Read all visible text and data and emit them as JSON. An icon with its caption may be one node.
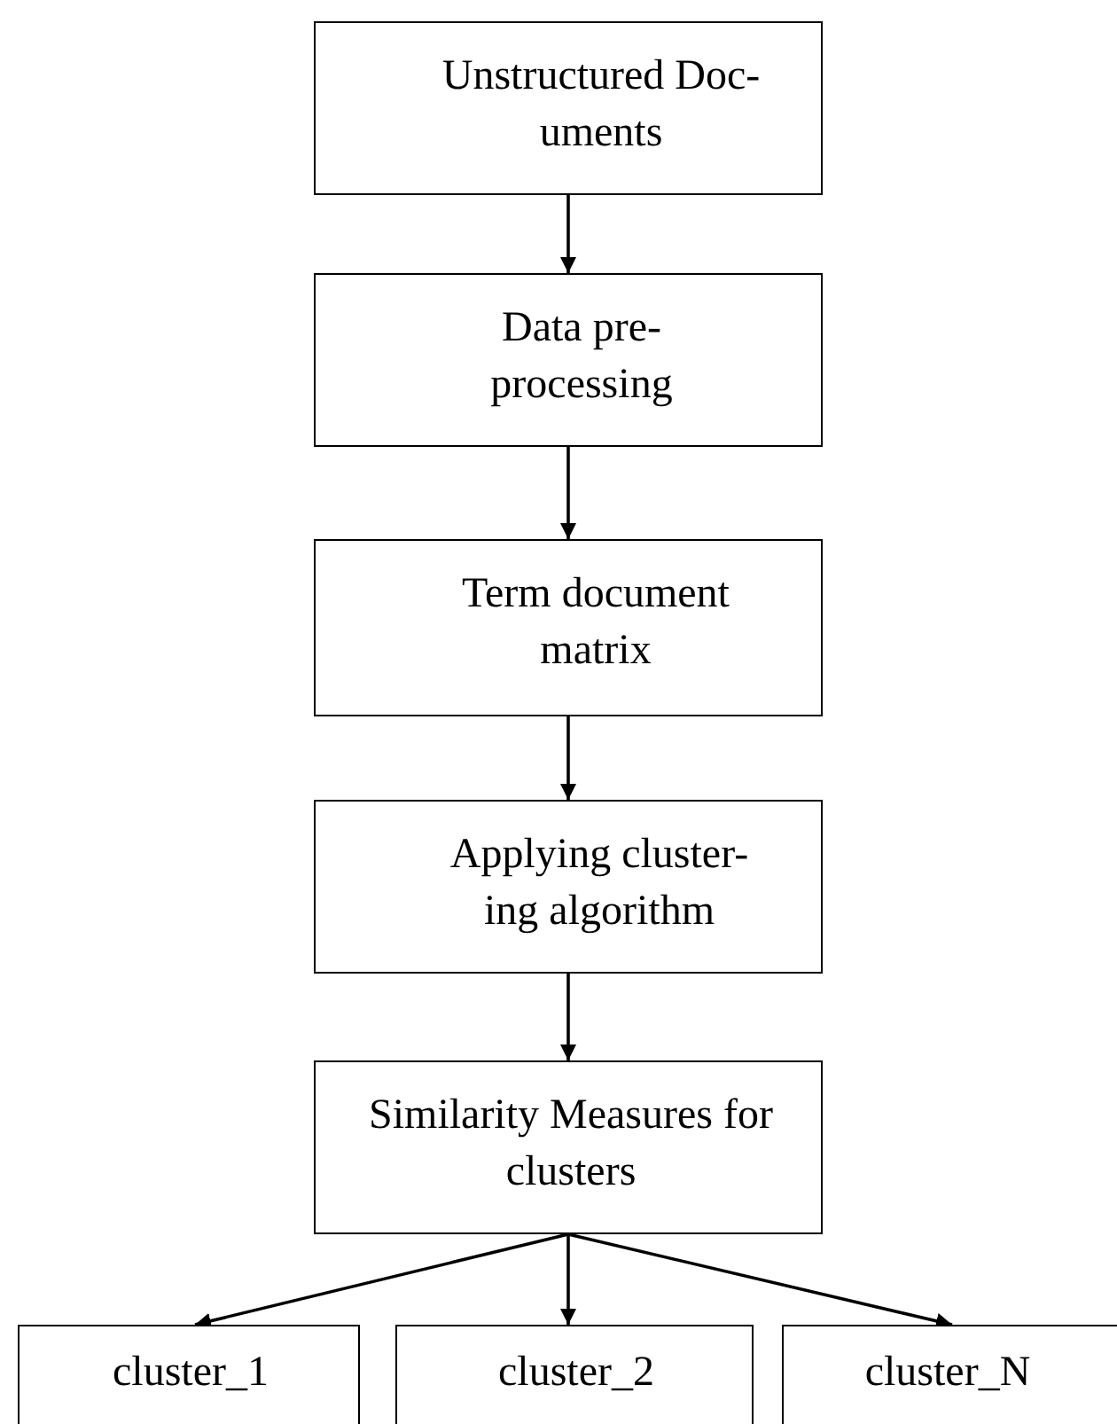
{
  "diagram": {
    "nodes": [
      {
        "text": [
          "Unstructured Doc- uments"
        ]
      },
      {
        "text": [
          "Data pre- processing"
        ]
      },
      {
        "text": [
          "Term document matrix"
        ]
      },
      {
        "text": [
          "Applying cluster- ing algorithm"
        ]
      },
      {
        "text": [
          "Similarity Measures for clusters"
        ]
      },
      {
        "text": [
          "cluster_1"
        ]
      },
      {
        "text": [
          "cluster_2"
        ]
      },
      {
        "text": [
          "cluster_N"
        ]
      }
    ],
    "edges": [
      {
        "from": 0,
        "to": 1,
        "arrow": "to"
      },
      {
        "from": 1,
        "to": 2,
        "arrow": "to"
      },
      {
        "from": 2,
        "to": 3,
        "arrow": "to"
      },
      {
        "from": 3,
        "to": 4,
        "arrow": "to"
      },
      {
        "from": 4,
        "to": 5,
        "arrow": "to"
      },
      {
        "from": 4,
        "to": 6,
        "arrow": "to"
      },
      {
        "from": 4,
        "to": 7,
        "arrow": "to"
      }
    ]
  }
}
